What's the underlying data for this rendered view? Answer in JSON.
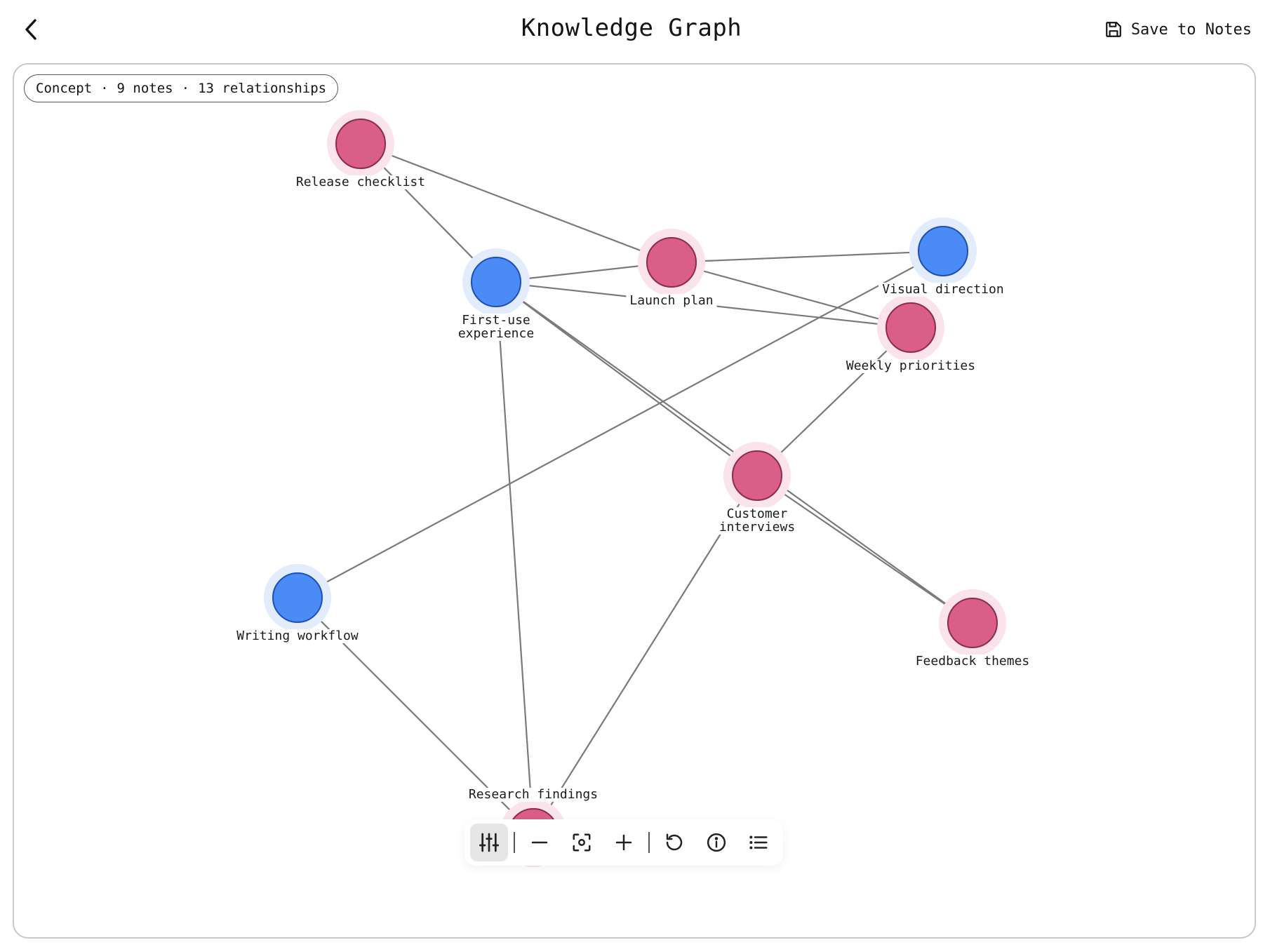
{
  "header": {
    "title": "Knowledge Graph",
    "save_label": "Save to Notes"
  },
  "summary": {
    "filter": "Concept",
    "notes": "9 notes",
    "relationships": "13 relationships"
  },
  "colors": {
    "concept_node": "#d95f88",
    "concept_stroke": "#8e2a4e",
    "concept_halo": "#fbe3ea",
    "topic_node": "#4b8bf5",
    "topic_stroke": "#1f4fb5",
    "topic_halo": "#e2ecfd",
    "edge": "#7a7a7a"
  },
  "graph": {
    "nodes": [
      {
        "id": "release",
        "label": [
          "Release checklist"
        ],
        "kind": "concept"
      },
      {
        "id": "launch",
        "label": [
          "Launch plan"
        ],
        "kind": "concept"
      },
      {
        "id": "firstuse",
        "label": [
          "First-use",
          "experience"
        ],
        "kind": "topic"
      },
      {
        "id": "visual",
        "label": [
          "Visual direction"
        ],
        "kind": "topic"
      },
      {
        "id": "weekly",
        "label": [
          "Weekly priorities"
        ],
        "kind": "concept"
      },
      {
        "id": "customer",
        "label": [
          "Customer",
          "interviews"
        ],
        "kind": "concept"
      },
      {
        "id": "writing",
        "label": [
          "Writing workflow"
        ],
        "kind": "topic"
      },
      {
        "id": "feedback",
        "label": [
          "Feedback themes"
        ],
        "kind": "concept"
      },
      {
        "id": "research",
        "label": [
          "Research findings"
        ],
        "kind": "concept"
      }
    ],
    "edges": [
      [
        "release",
        "launch"
      ],
      [
        "release",
        "firstuse"
      ],
      [
        "firstuse",
        "launch"
      ],
      [
        "launch",
        "visual"
      ],
      [
        "launch",
        "weekly"
      ],
      [
        "firstuse",
        "weekly"
      ],
      [
        "visual",
        "writing"
      ],
      [
        "firstuse",
        "customer"
      ],
      [
        "firstuse",
        "feedback"
      ],
      [
        "weekly",
        "customer"
      ],
      [
        "customer",
        "feedback"
      ],
      [
        "firstuse",
        "research"
      ],
      [
        "writing",
        "research"
      ],
      [
        "customer",
        "research"
      ]
    ]
  },
  "toolbar": {
    "items": [
      {
        "name": "filters-button",
        "icon": "sliders-icon"
      },
      {
        "name": "zoom-out-button",
        "icon": "minus-icon"
      },
      {
        "name": "fit-view-button",
        "icon": "focus-icon"
      },
      {
        "name": "zoom-in-button",
        "icon": "plus-icon"
      },
      {
        "name": "reset-button",
        "icon": "rotate-ccw-icon"
      },
      {
        "name": "info-button",
        "icon": "info-icon"
      },
      {
        "name": "list-view-button",
        "icon": "list-icon"
      }
    ]
  }
}
